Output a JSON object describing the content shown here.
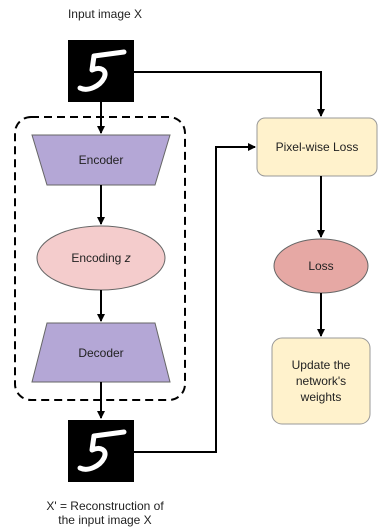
{
  "labels": {
    "input_caption": "Input image X",
    "encoder": "Encoder",
    "encoding_prefix": "Encoding ",
    "encoding_var": "z",
    "decoder": "Decoder",
    "pixel_loss": "Pixel-wise Loss",
    "loss": "Loss",
    "update_line1": "Update the",
    "update_line2": "network's",
    "update_line3": "weights",
    "recon_line1": "X' = Reconstruction of",
    "recon_line2": "the input image X"
  },
  "digit_shown": "5",
  "colors": {
    "encoder_decoder_fill": "#b4a7d6",
    "encoding_fill": "#f4cccc",
    "pixel_loss_fill": "#fff2cc",
    "loss_fill": "#e6a8a4",
    "update_fill": "#fff2cc",
    "stroke": "#000000",
    "digit_bg": "#000000",
    "digit_fg": "#ffffff"
  }
}
